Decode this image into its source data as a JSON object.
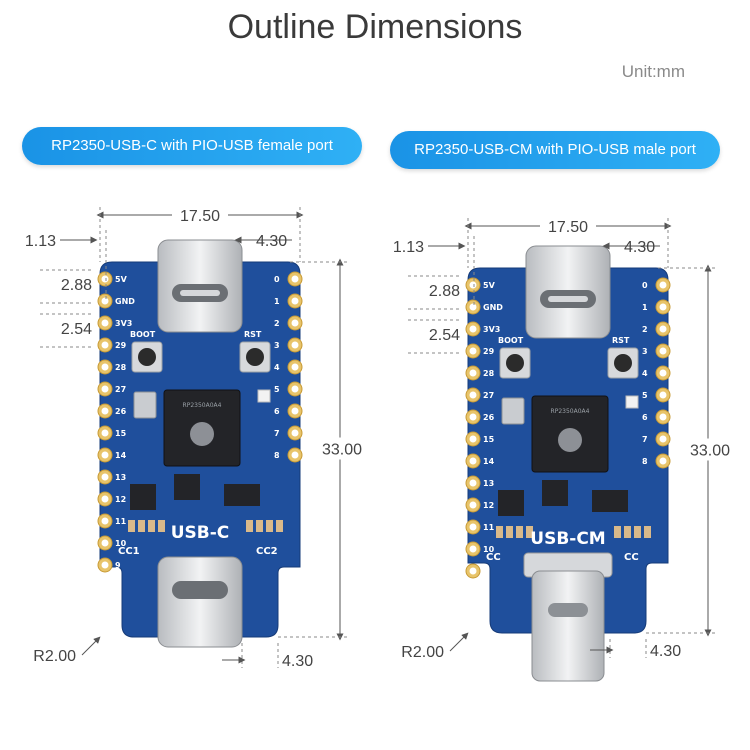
{
  "title": "Outline Dimensions",
  "unit": "Unit:mm",
  "boards": [
    {
      "label": "RP2350-USB-C with PIO-USB female port",
      "silk": "USB-C",
      "dims": {
        "width": "17.50",
        "offset": "1.13",
        "usb_top": "4.30",
        "pitch_a": "2.88",
        "pitch_b": "2.54",
        "height": "33.00",
        "radius": "R2.00",
        "usb_bottom": "4.30"
      },
      "cc": [
        "CC1",
        "CC2"
      ]
    },
    {
      "label": "RP2350-USB-CM with PIO-USB male port",
      "silk": "USB-CM",
      "dims": {
        "width": "17.50",
        "offset": "1.13",
        "usb_top": "4.30",
        "pitch_a": "2.88",
        "pitch_b": "2.54",
        "height": "33.00",
        "radius": "R2.00",
        "usb_bottom": "4.30"
      },
      "cc": [
        "CC",
        "CC"
      ]
    }
  ],
  "left_pins": [
    "5V",
    "GND",
    "3V3",
    "29",
    "28",
    "27",
    "26",
    "15",
    "14",
    "13",
    "12",
    "11",
    "10",
    "9"
  ],
  "right_pins": [
    "0",
    "1",
    "2",
    "3",
    "4",
    "5",
    "6",
    "7",
    "8"
  ],
  "buttons": [
    "BOOT",
    "RST"
  ],
  "chip_text": "RP2350A0A4"
}
